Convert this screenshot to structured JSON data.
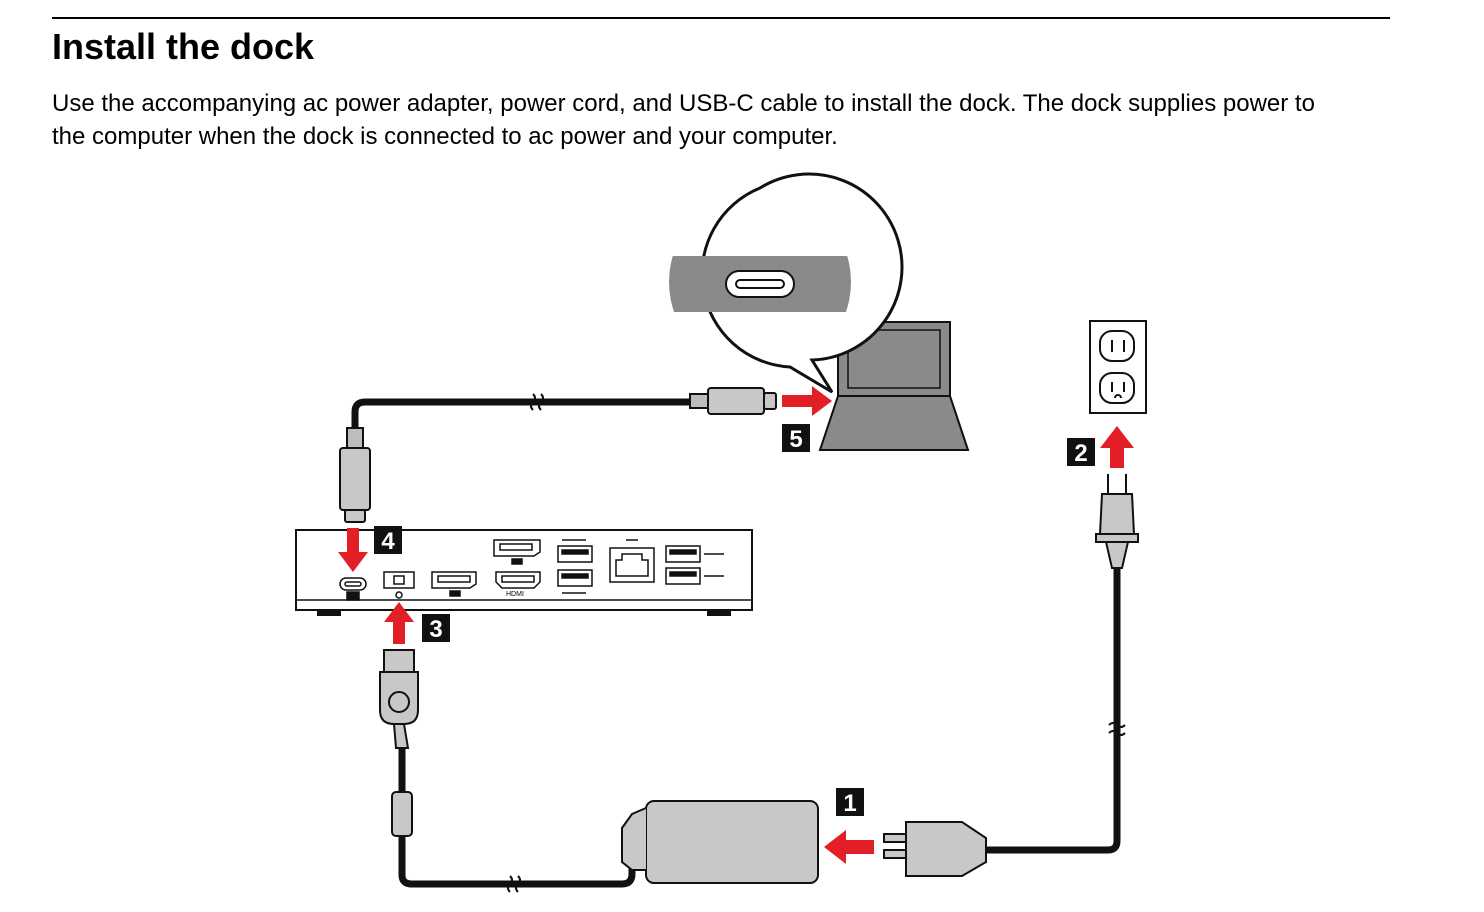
{
  "page": {
    "title": "Install the dock",
    "description": "Use the accompanying ac power adapter, power cord, and USB-C cable to install the dock. The dock supplies power to the computer when the dock is connected to ac power and your computer."
  },
  "steps": [
    {
      "number": "1"
    },
    {
      "number": "2"
    },
    {
      "number": "3"
    },
    {
      "number": "4"
    },
    {
      "number": "5"
    }
  ],
  "ports": {
    "hdmi_label": "HDMI"
  },
  "colors": {
    "arrow": "#e21f26",
    "device_gray": "#c8c8c8",
    "laptop_gray": "#8a8a8a",
    "cable": "#111111",
    "step_badge": "#111111"
  }
}
